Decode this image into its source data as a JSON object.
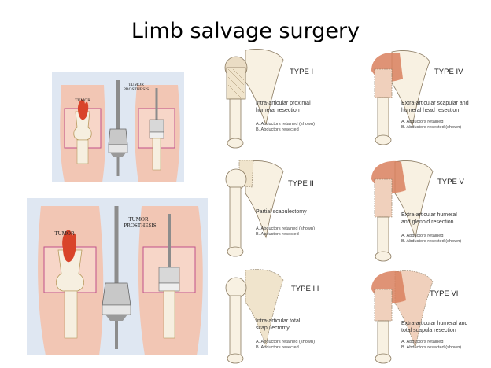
{
  "slide": {
    "title": "Limb salvage surgery"
  },
  "knee_top": {
    "tumor_label": "TUMOR",
    "prosthesis_label_line1": "TUMOR",
    "prosthesis_label_line2": "PROSTHESIS"
  },
  "knee_bottom": {
    "tumor_label": "TUMOR",
    "prosthesis_label_line1": "TUMOR",
    "prosthesis_label_line2": "PROSTHESIS"
  },
  "types": [
    {
      "title": "TYPE I",
      "desc": [
        "Intra-articular proximal",
        "humeral resection"
      ],
      "notes": [
        "A. Abductors retained (shown)",
        "B. Abductors resected"
      ]
    },
    {
      "title": "TYPE II",
      "desc": [
        "Partial scapulectomy"
      ],
      "notes": [
        "A. Abductors retained (shown)",
        "B. Abductors resected"
      ]
    },
    {
      "title": "TYPE III",
      "desc": [
        "Intra-articular total",
        "scapulectomy"
      ],
      "notes": [
        "A. Abductors retained (shown)",
        "B. Abductors resected"
      ]
    },
    {
      "title": "TYPE IV",
      "desc": [
        "Extra-articular scapular and",
        "humeral head resection"
      ],
      "notes": [
        "A. Abductors retained",
        "B. Abductors resected (shown)"
      ]
    },
    {
      "title": "TYPE V",
      "desc": [
        "Extra-articular humeral",
        "and glenoid resection"
      ],
      "notes": [
        "A. Abductors retained",
        "B. Abductors resected (shown)"
      ]
    },
    {
      "title": "TYPE VI",
      "desc": [
        "Extra-articular humeral and",
        "total scapula resection"
      ],
      "notes": [
        "A. Abductors retained",
        "B. Abductors resected (shown)"
      ]
    }
  ],
  "colors": {
    "panel_bg": "#dfe7f2",
    "skin": "#f2c6b4",
    "tumor": "#d9442a",
    "bone": "#f6efe0",
    "muscle": "#d9805e",
    "frame": "#c0508a"
  }
}
